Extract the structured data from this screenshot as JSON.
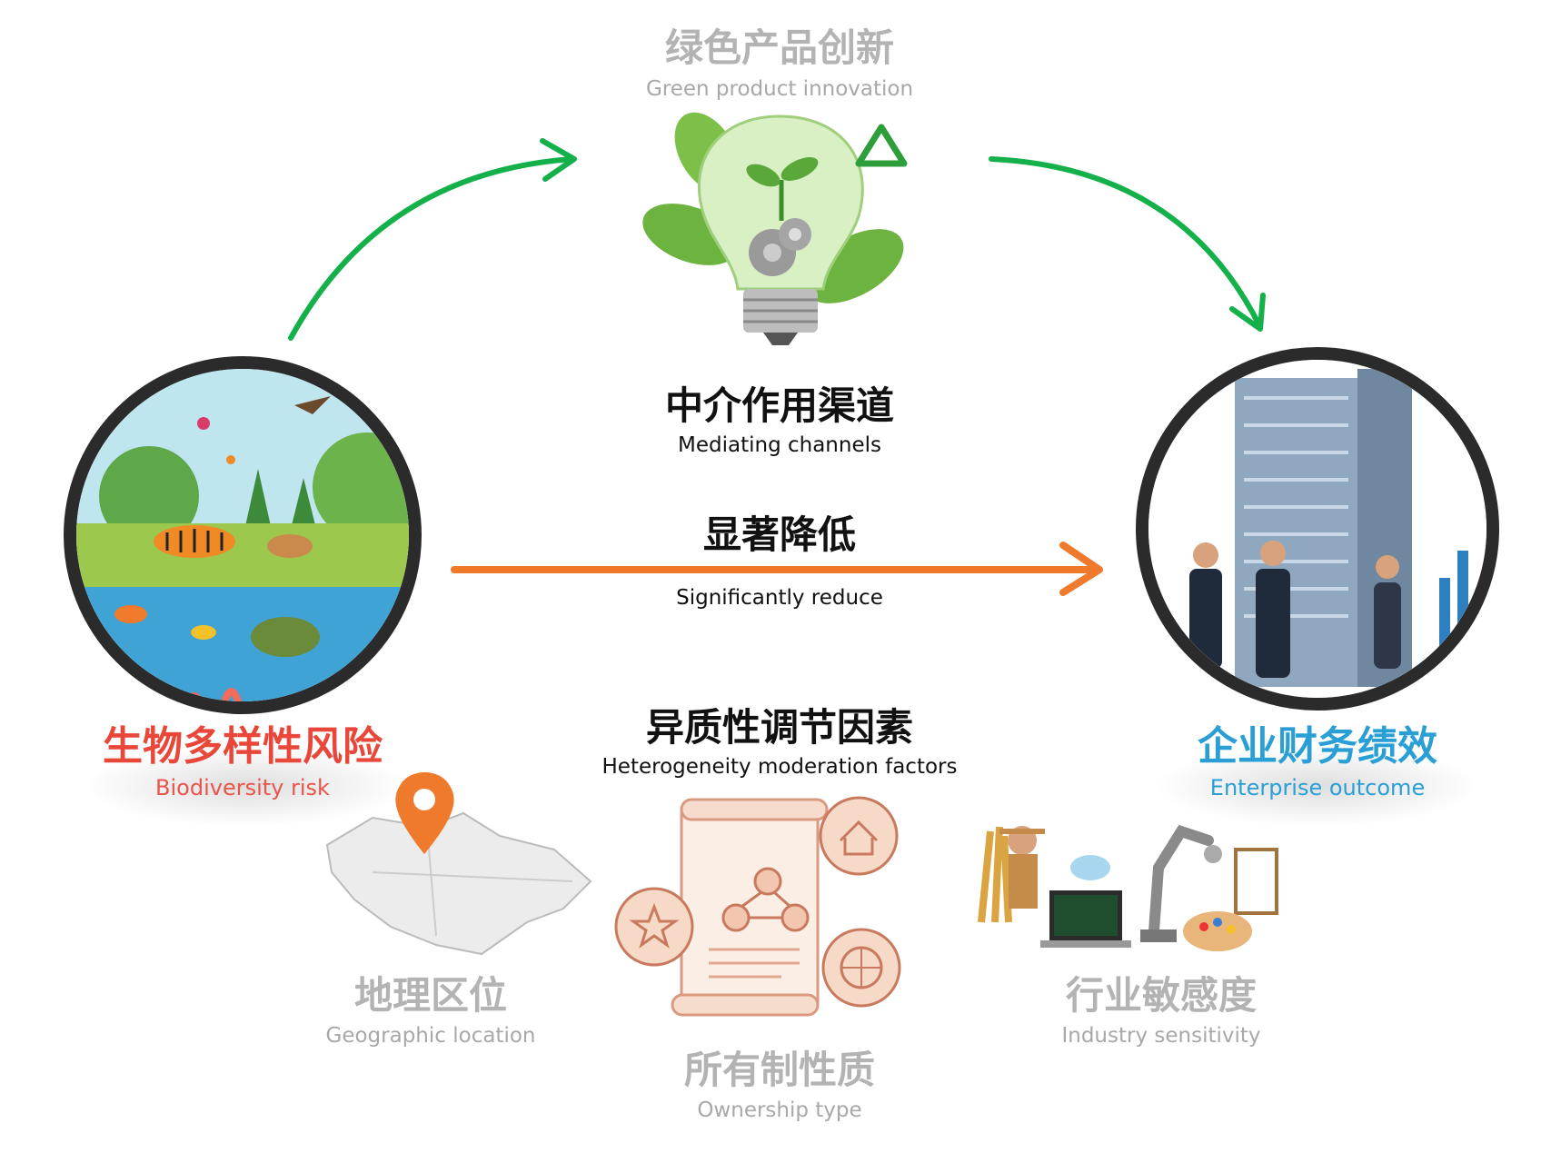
{
  "mediator": {
    "title_zh": "绿色产品创新",
    "title_en": "Green product innovation",
    "channel_zh": "中介作用渠道",
    "channel_en": "Mediating channels"
  },
  "main_effect": {
    "label_zh": "显著降低",
    "label_en": "Significantly reduce"
  },
  "independent": {
    "label_zh": "生物多样性风险",
    "label_en": "Biodiversity risk",
    "color": "#e8473a"
  },
  "dependent": {
    "label_zh": "企业财务绩效",
    "label_en": "Enterprise outcome",
    "color": "#2a9fd6"
  },
  "moderators": {
    "title_zh": "异质性调节因素",
    "title_en": "Heterogeneity moderation factors",
    "items": [
      {
        "zh": "地理区位",
        "en": "Geographic location",
        "icon": "map-pin-icon"
      },
      {
        "zh": "所有制性质",
        "en": "Ownership type",
        "icon": "scroll-icon"
      },
      {
        "zh": "行业敏感度",
        "en": "Industry sensitivity",
        "icon": "industry-icon"
      }
    ]
  },
  "colors": {
    "mediation_arrow": "#14b04a",
    "main_arrow": "#ef7a2b"
  }
}
